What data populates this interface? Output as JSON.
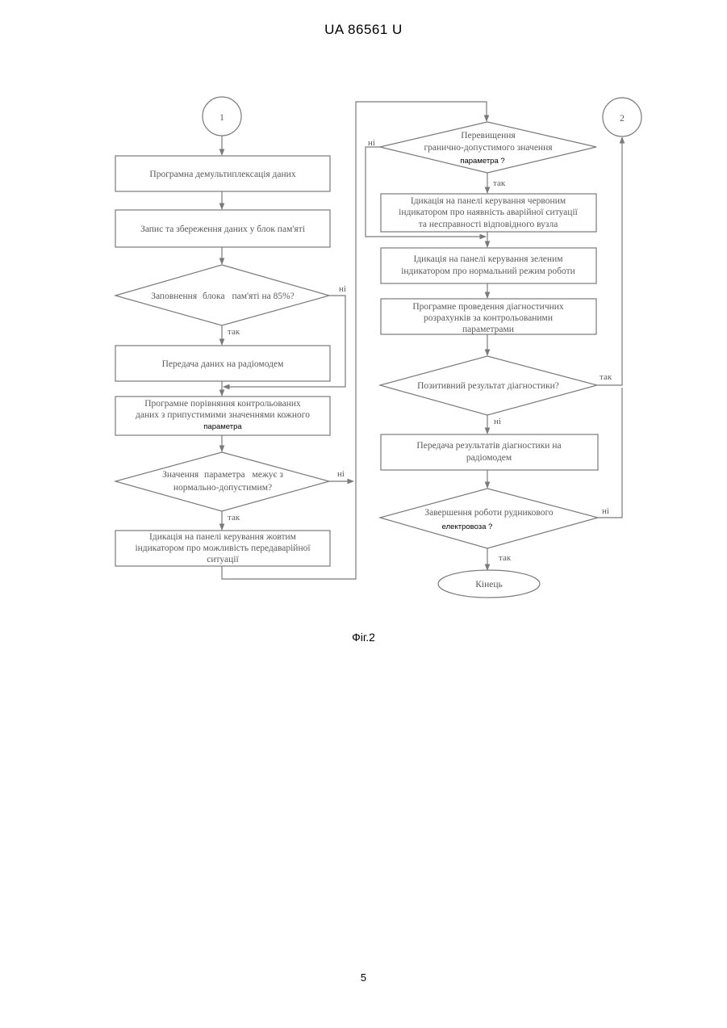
{
  "header": {
    "patent_number": "UA   86561   U"
  },
  "figure": {
    "caption": "Фіг.2",
    "page_number": "5",
    "connectors": {
      "start": "1",
      "end": "2"
    },
    "left_column": {
      "step1": "Програмна демультиплексація даних",
      "step2": "Запис та збереження даних у блок пам'яті",
      "decision1": {
        "pre": "Заповнення",
        "hl": "блока",
        "post": "пам'яті на 85%?"
      },
      "step3": "Передача даних на радіомодем",
      "step4": {
        "line1": "Програмне порівняння контрольованих",
        "line2": "даних з припустимими значеннями кожного",
        "line3": "параметра"
      },
      "decision2": {
        "pre": "Значення",
        "hl": "параметра",
        "post": "межує з",
        "line2": "нормально-допустимим?"
      },
      "step5": {
        "line1": "Ідикація на панелі керування жовтим",
        "line2": "індикатором про можливість передаварійної",
        "line3": "ситуації"
      }
    },
    "right_column": {
      "decision3": {
        "line1": "Перевищення",
        "line2": "гранично-допустимого значення",
        "line3": "параметра ?"
      },
      "step6": {
        "line1": "Ідикація на панелі керування червоним",
        "line2": "індикатором про наявність аварійної ситуації",
        "line3": "та несправності відповідного вузла"
      },
      "step7": {
        "line1": "Ідикація на панелі керування зеленим",
        "line2": "індикатором про нормальний режим роботи"
      },
      "step8": {
        "line1": "Програмне проведення діагностичних",
        "line2": "розрахунків за контрольованими",
        "line3": "параметрами"
      },
      "decision4": "Позитивний результат діагностики?",
      "step9": {
        "line1": "Передача результатів діагностики на",
        "line2": "радіомодем"
      },
      "decision5": {
        "line1": "Завершення роботи рудникового",
        "line2": "електровоза ?"
      },
      "end": "Кінець"
    },
    "labels": {
      "yes": "так",
      "no": "ні"
    }
  }
}
